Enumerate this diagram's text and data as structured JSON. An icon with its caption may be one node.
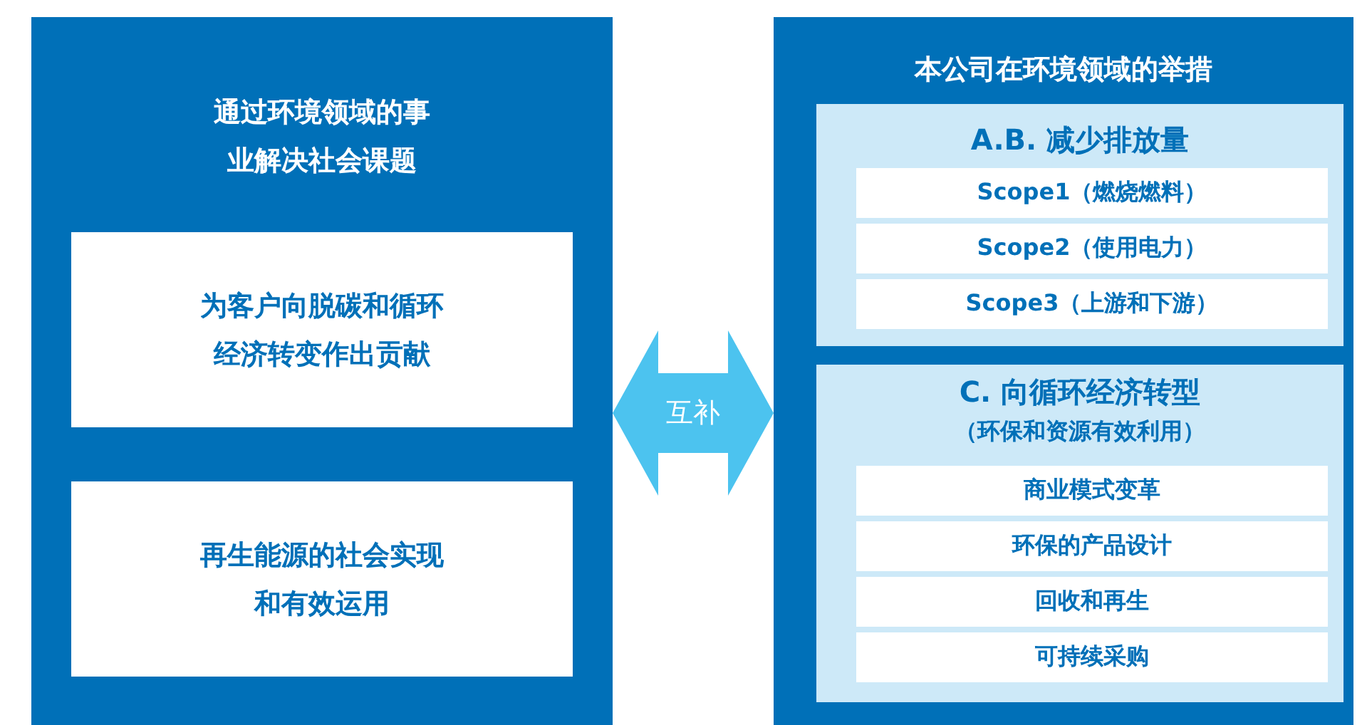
{
  "diagram": {
    "nodes": [
      {
        "text": [
          "通过环境领域的事业解决社会课题"
        ]
      },
      {
        "text": [
          "为客户向脱碳和循环经济转变作出贡献"
        ],
        "in": 0
      },
      {
        "text": [
          "再生能源的社会实现和有效运用"
        ],
        "in": 0
      },
      {
        "text": [
          "本公司在环境领域的举措"
        ]
      },
      {
        "text": [
          "A.B. 减少排放量"
        ],
        "in": 3
      },
      {
        "text": [
          "Scope1（燃烧燃料）"
        ],
        "in": 4
      },
      {
        "text": [
          "Scope2（使用电力）"
        ],
        "in": 4
      },
      {
        "text": [
          "Scope3（上游和下游）"
        ],
        "in": 4
      },
      {
        "text": [
          "C. 向循环经济转型",
          "（环保和资源有效利用）"
        ],
        "in": 3
      },
      {
        "text": [
          "商业模式变革"
        ],
        "in": 8
      },
      {
        "text": [
          "环保的产品设计"
        ],
        "in": 8
      },
      {
        "text": [
          "回收和再生"
        ],
        "in": 8
      },
      {
        "text": [
          "可持续采购"
        ],
        "in": 8
      }
    ],
    "edges": [
      {
        "from": 0,
        "to": 3,
        "arrow": "both",
        "label": "互补"
      }
    ]
  }
}
